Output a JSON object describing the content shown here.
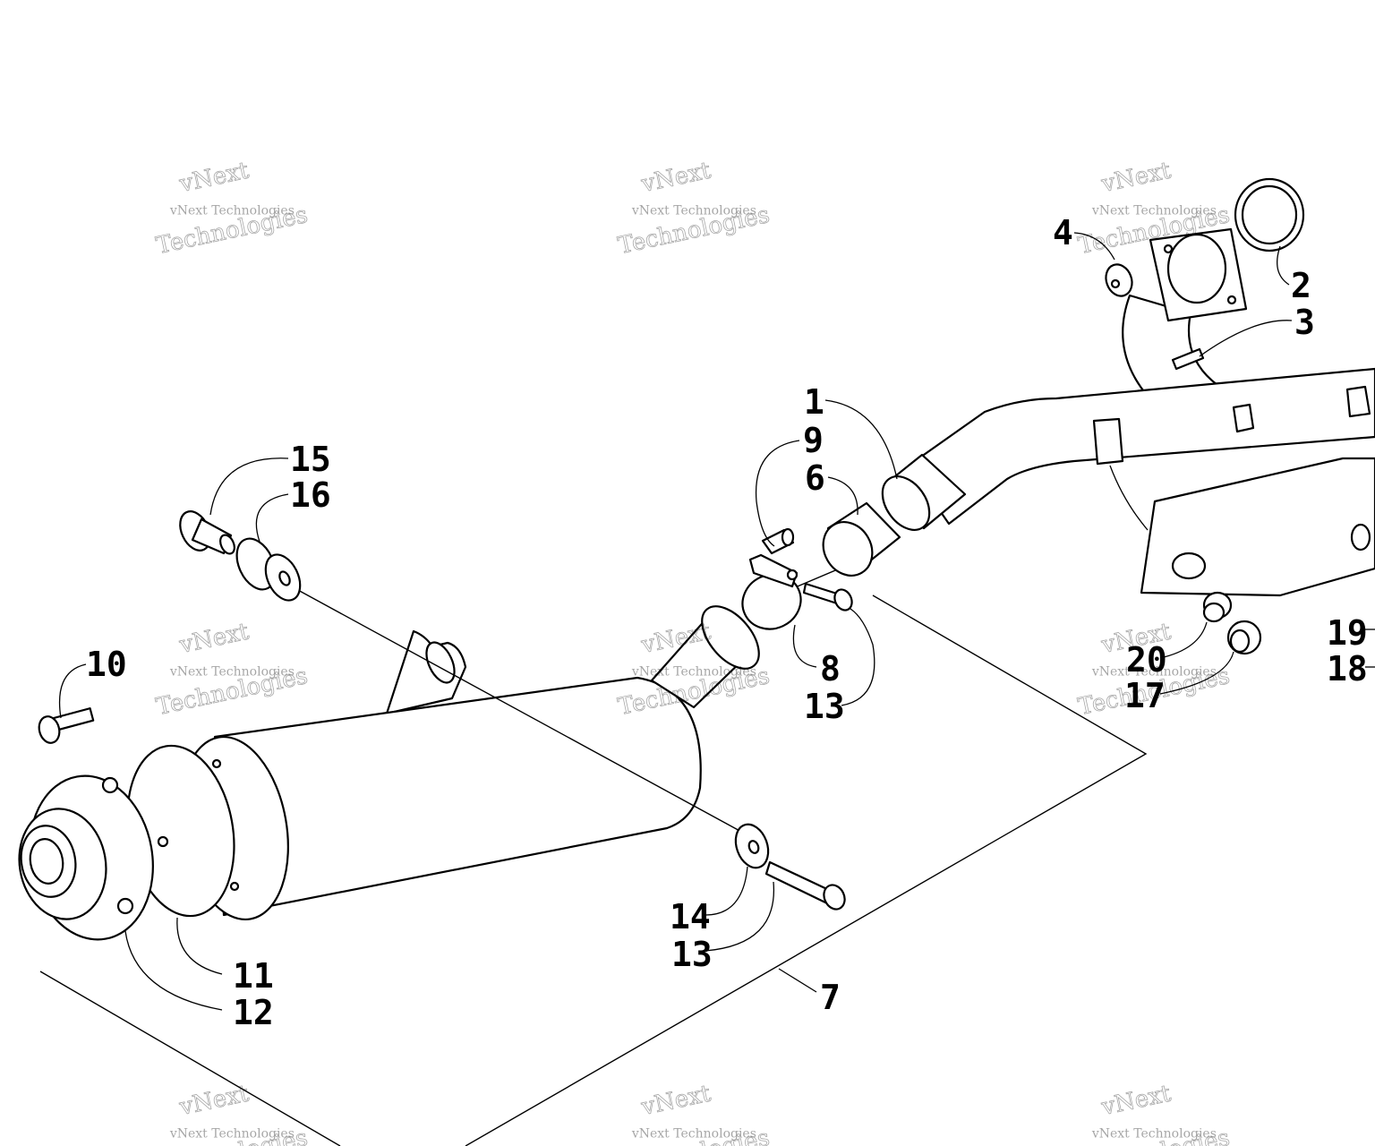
{
  "diagram": {
    "watermark": {
      "line1": "vNext",
      "line2": "vNext Technologies",
      "line3": "Technologies"
    },
    "callouts": [
      {
        "id": "p1",
        "label": "1"
      },
      {
        "id": "p2",
        "label": "2"
      },
      {
        "id": "p3",
        "label": "3"
      },
      {
        "id": "p4",
        "label": "4"
      },
      {
        "id": "p6",
        "label": "6"
      },
      {
        "id": "p7",
        "label": "7"
      },
      {
        "id": "p8",
        "label": "8"
      },
      {
        "id": "p9",
        "label": "9"
      },
      {
        "id": "p10",
        "label": "10"
      },
      {
        "id": "p11",
        "label": "11"
      },
      {
        "id": "p12",
        "label": "12"
      },
      {
        "id": "p13a",
        "label": "13"
      },
      {
        "id": "p13b",
        "label": "13"
      },
      {
        "id": "p14",
        "label": "14"
      },
      {
        "id": "p15",
        "label": "15"
      },
      {
        "id": "p16",
        "label": "16"
      },
      {
        "id": "p17",
        "label": "17"
      },
      {
        "id": "p18",
        "label": "18"
      },
      {
        "id": "p19",
        "label": "19"
      },
      {
        "id": "p20",
        "label": "20"
      }
    ]
  }
}
